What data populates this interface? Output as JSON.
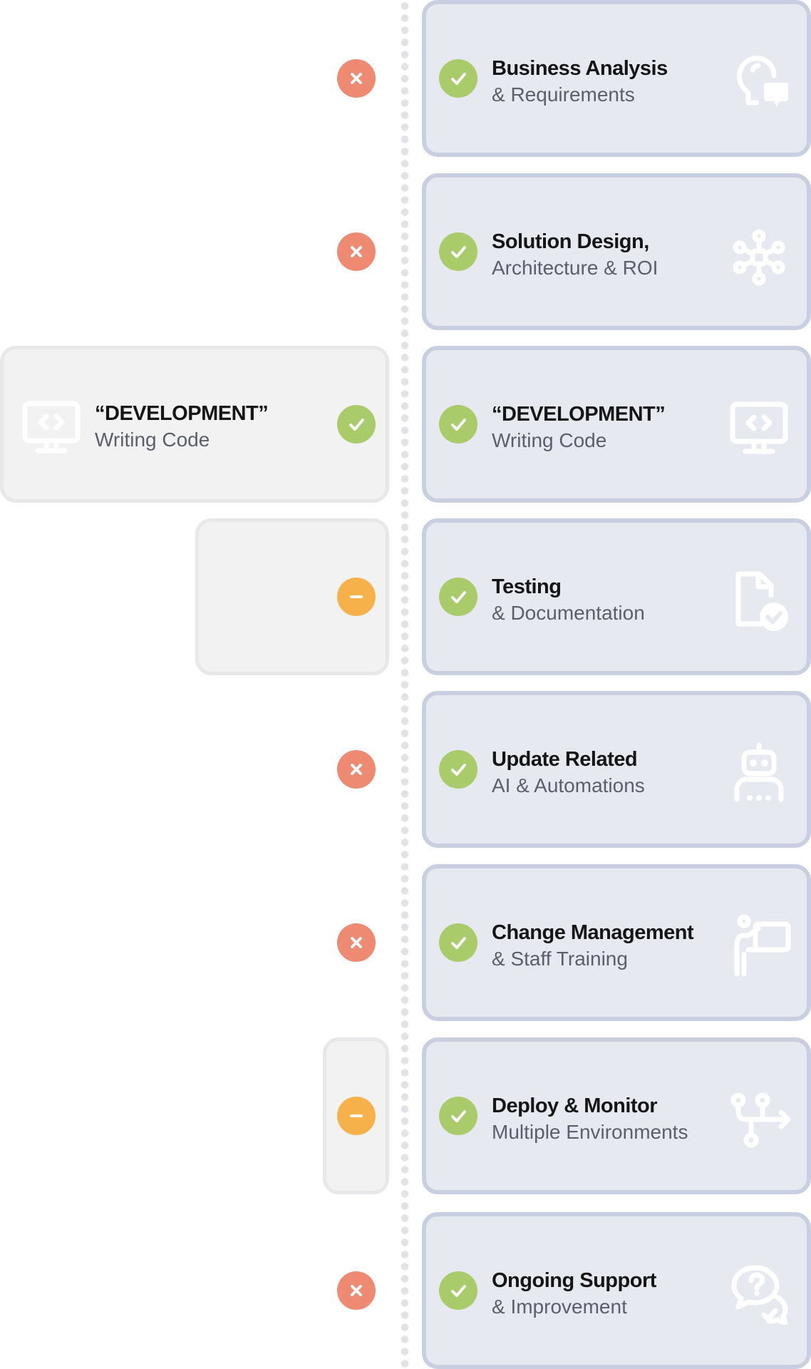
{
  "colors": {
    "done": "#a9cb6a",
    "no": "#ee8a72",
    "partial": "#f6b14b"
  },
  "steps": [
    {
      "title": "Business Analysis",
      "subtitle": "& Requirements",
      "icon": "lightbulb-chat-icon",
      "left_status": "no"
    },
    {
      "title": "Solution Design,",
      "subtitle": "Architecture & ROI",
      "icon": "network-icon",
      "left_status": "no"
    },
    {
      "title": "“DEVELOPMENT”",
      "subtitle": "Writing Code",
      "icon": "monitor-code-icon",
      "left_status": "done"
    },
    {
      "title": "Testing",
      "subtitle": "& Documentation",
      "icon": "document-check-icon",
      "left_status": "partial"
    },
    {
      "title": "Update Related",
      "subtitle": "AI & Automations",
      "icon": "robot-icon",
      "left_status": "no"
    },
    {
      "title": "Change Management",
      "subtitle": "& Staff Training",
      "icon": "presenter-icon",
      "left_status": "no"
    },
    {
      "title": "Deploy & Monitor",
      "subtitle": "Multiple Environments",
      "icon": "deploy-flow-icon",
      "left_status": "partial"
    },
    {
      "title": "Ongoing Support",
      "subtitle": "& Improvement",
      "icon": "support-chat-icon",
      "left_status": "no"
    }
  ],
  "left_card": {
    "title": "“DEVELOPMENT”",
    "subtitle": "Writing Code"
  }
}
